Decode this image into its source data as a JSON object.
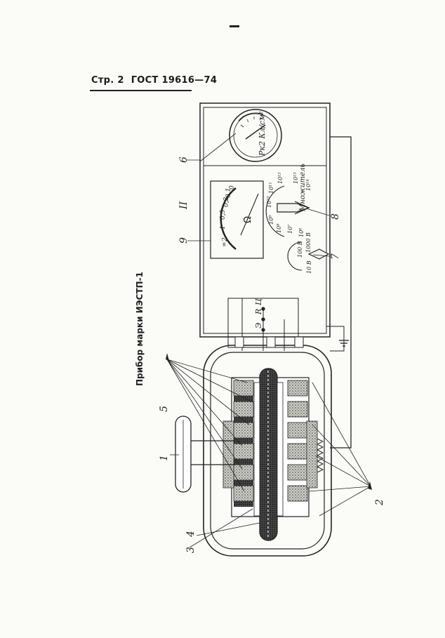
{
  "header": {
    "page_label": "Стр. 2",
    "standard": "ГОСТ 19616—74"
  },
  "figure": {
    "title": "Прибор марки ИЭСТП-1",
    "section_roman": "II",
    "callouts": {
      "n1": "1",
      "n2": "2",
      "n3": "3",
      "n4": "4",
      "n5": "5",
      "n6": "6",
      "n7": "7",
      "n8": "8",
      "n9": "9"
    },
    "terminals": {
      "ts": "Ц",
      "r": "R",
      "e": "Э"
    },
    "charge_meter_unit": "Рк2 Кл/см²",
    "ohmmeter": {
      "symbol": "Ω",
      "scale": [
        "∞",
        "2",
        "1",
        "0,5",
        "0,2",
        "0,1",
        "0"
      ]
    },
    "megohmmeter_label": "Множитель",
    "range_dial": [
      "10⁶",
      "10⁷",
      "10⁸",
      "10⁹",
      "10¹⁰",
      "10¹¹",
      "10¹²",
      "10¹³",
      "10¹⁴"
    ],
    "voltage_dial": [
      "10 В",
      "100 В",
      "1000 В"
    ]
  }
}
